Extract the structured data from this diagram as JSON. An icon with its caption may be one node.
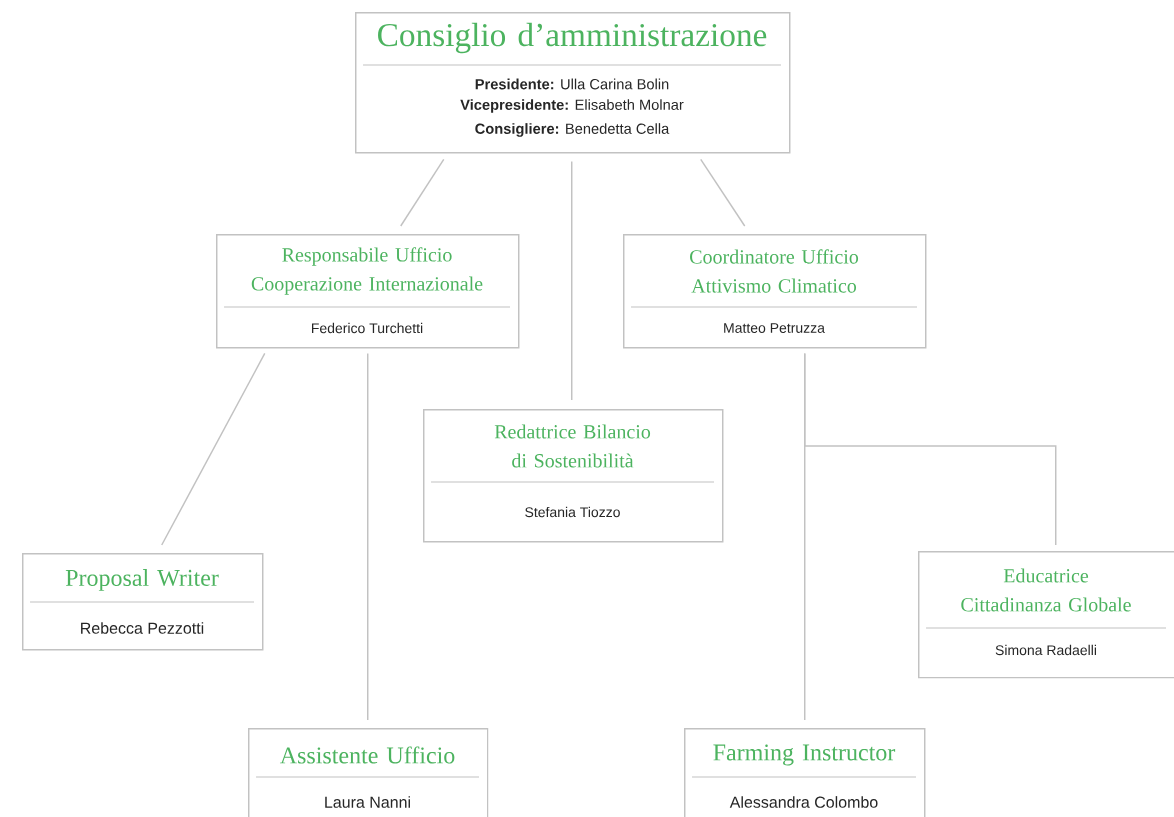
{
  "diagram": {
    "nodes": [
      {
        "text": [
          "Consiglio d’amministrazione",
          "**Presidente:** Ulla Carina Bolin",
          "**Vicepresidente:** Elisabeth Molnar",
          "**Consigliere:** Benedetta Cella"
        ]
      },
      {
        "text": [
          "Responsabile Ufficio Cooperazione Internazionale",
          "Federico Turchetti"
        ]
      },
      {
        "text": [
          "Coordinatore Ufficio Attivismo Climatico",
          "Matteo Petruzza"
        ]
      },
      {
        "text": [
          "Redattrice Bilancio di Sostenibilità",
          "Stefania Tiozzo"
        ]
      },
      {
        "text": [
          "Proposal Writer",
          "Rebecca Pezzotti"
        ]
      },
      {
        "text": [
          "Educatrice Cittadinanza Globale",
          "Simona Radaelli"
        ]
      },
      {
        "text": [
          "Assistente Ufficio",
          "Laura Nanni"
        ]
      },
      {
        "text": [
          "Farming Instructor",
          "Alessandra Colombo"
        ]
      }
    ],
    "edges": [
      {
        "from": 0,
        "to": 1,
        "arrow": "none"
      },
      {
        "from": 0,
        "to": 3,
        "arrow": "none"
      },
      {
        "from": 0,
        "to": 2,
        "arrow": "none"
      },
      {
        "from": 1,
        "to": 4,
        "arrow": "none"
      },
      {
        "from": 1,
        "to": 6,
        "arrow": "none"
      },
      {
        "from": 2,
        "to": 7,
        "arrow": "none"
      },
      {
        "from": 2,
        "to": 5,
        "arrow": "none"
      }
    ]
  }
}
